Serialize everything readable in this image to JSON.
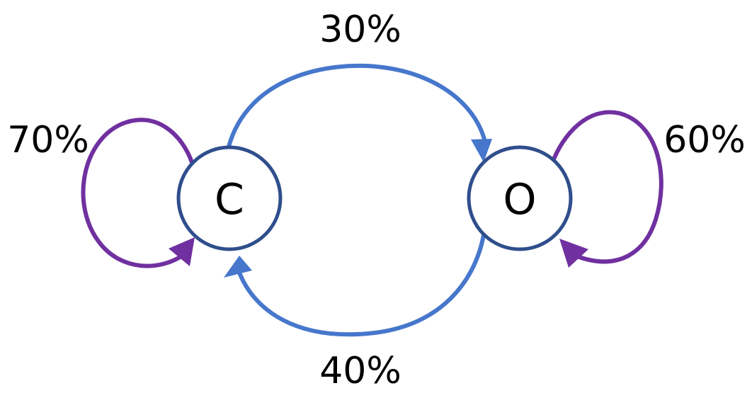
{
  "colors": {
    "node_stroke": "#2f4e8c",
    "node_fill": "#ffffff",
    "transition_arrow": "#4677cc",
    "self_loop_arrow": "#7030a0",
    "text": "#000000"
  },
  "states": [
    {
      "id": "C",
      "label": "C"
    },
    {
      "id": "O",
      "label": "O"
    }
  ],
  "transitions": [
    {
      "id": "c-to-o",
      "from": "C",
      "to": "O",
      "label": "30%"
    },
    {
      "id": "o-to-c",
      "from": "O",
      "to": "C",
      "label": "40%"
    },
    {
      "id": "c-self",
      "from": "C",
      "to": "C",
      "label": "70%"
    },
    {
      "id": "o-self",
      "from": "O",
      "to": "O",
      "label": "60%"
    }
  ]
}
